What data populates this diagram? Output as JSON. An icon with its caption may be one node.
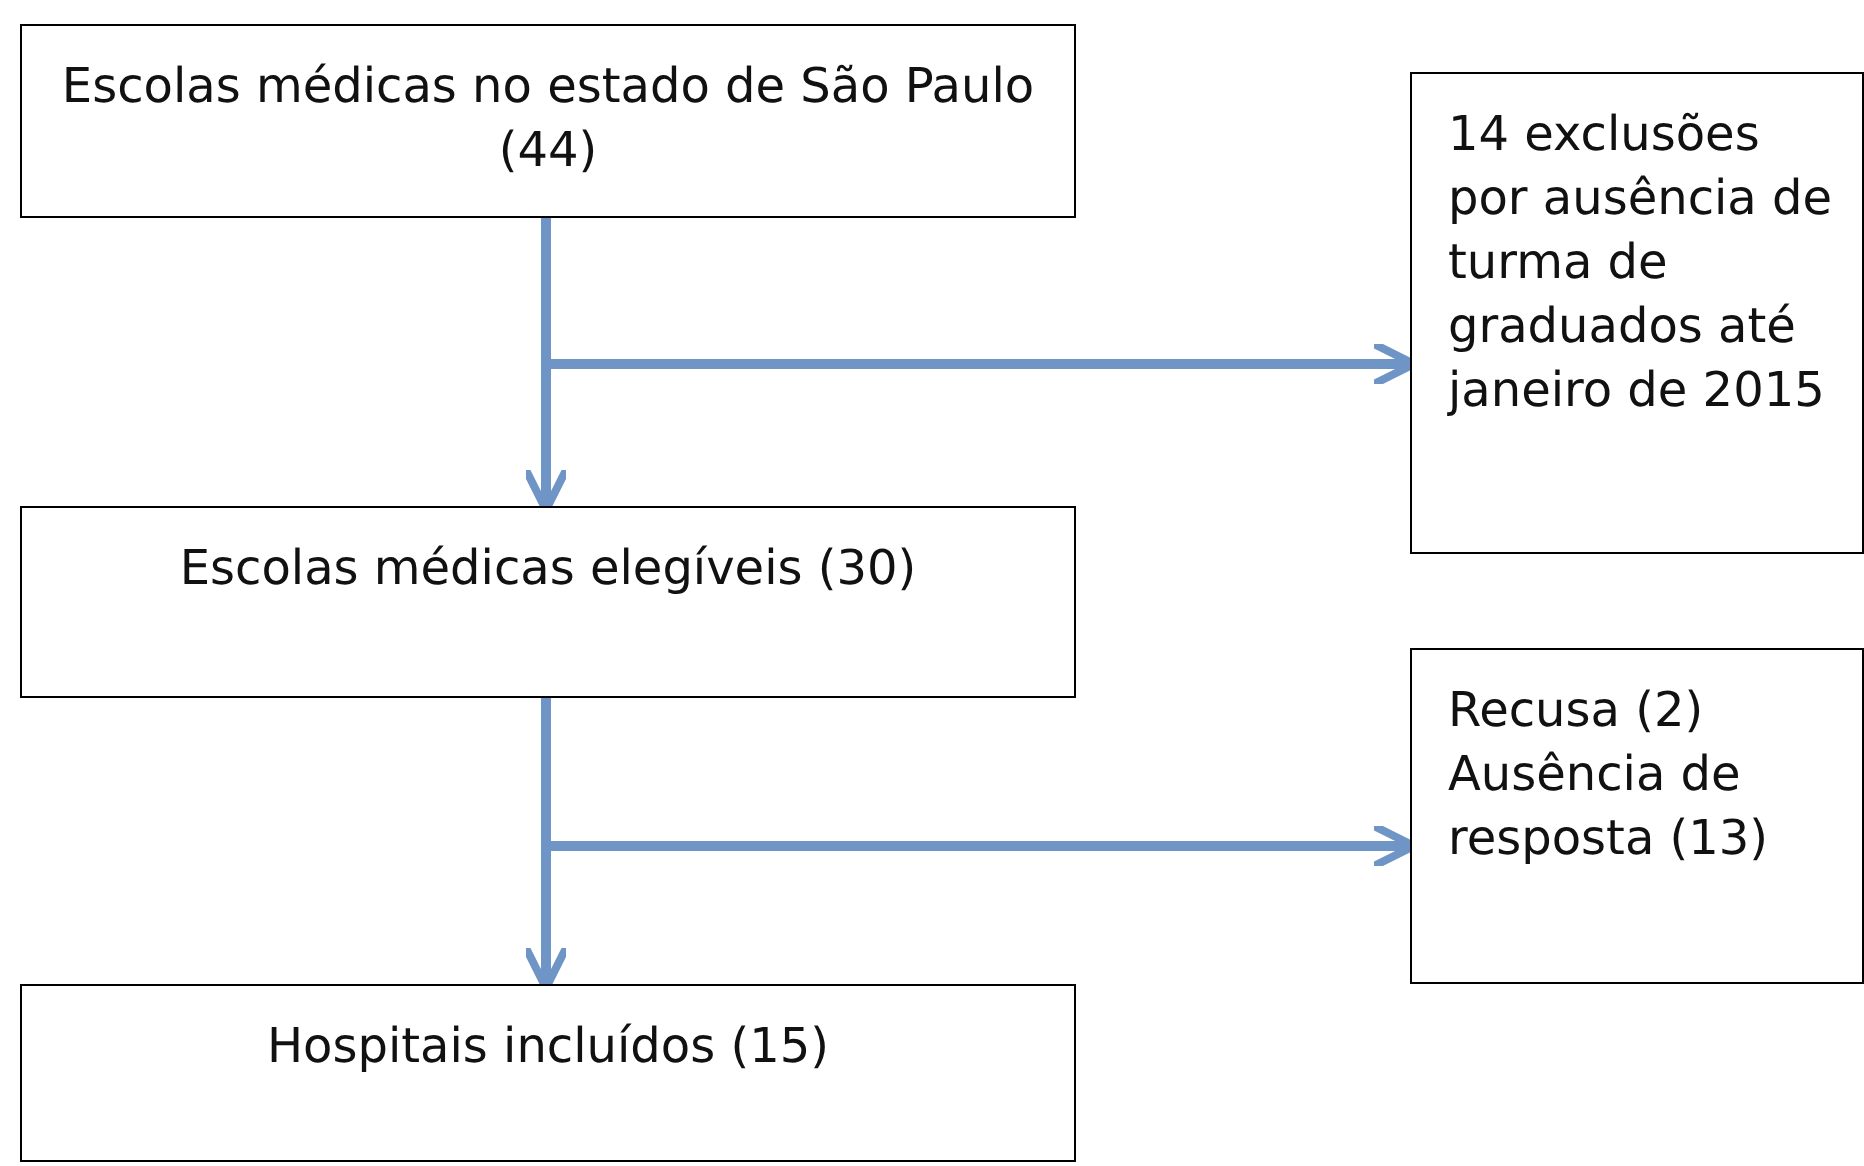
{
  "diagram": {
    "nodes": [
      {
        "text": [
          "Escolas médicas no estado de São Paulo (44)"
        ]
      },
      {
        "text": [
          "14 exclusões por ausência de turma de graduados até janeiro de 2015"
        ]
      },
      {
        "text": [
          "Escolas médicas elegíveis (30)"
        ]
      },
      {
        "text": [
          "Recusa (2) Ausência de resposta (13)"
        ]
      },
      {
        "text": [
          "Hospitais incluídos (15)"
        ]
      }
    ],
    "edges": [
      {
        "from": 0,
        "to": 2,
        "arrow": "to"
      },
      {
        "from": 0,
        "to": 1,
        "arrow": "to"
      },
      {
        "from": 2,
        "to": 4,
        "arrow": "to"
      },
      {
        "from": 2,
        "to": 3,
        "arrow": "to"
      }
    ]
  }
}
